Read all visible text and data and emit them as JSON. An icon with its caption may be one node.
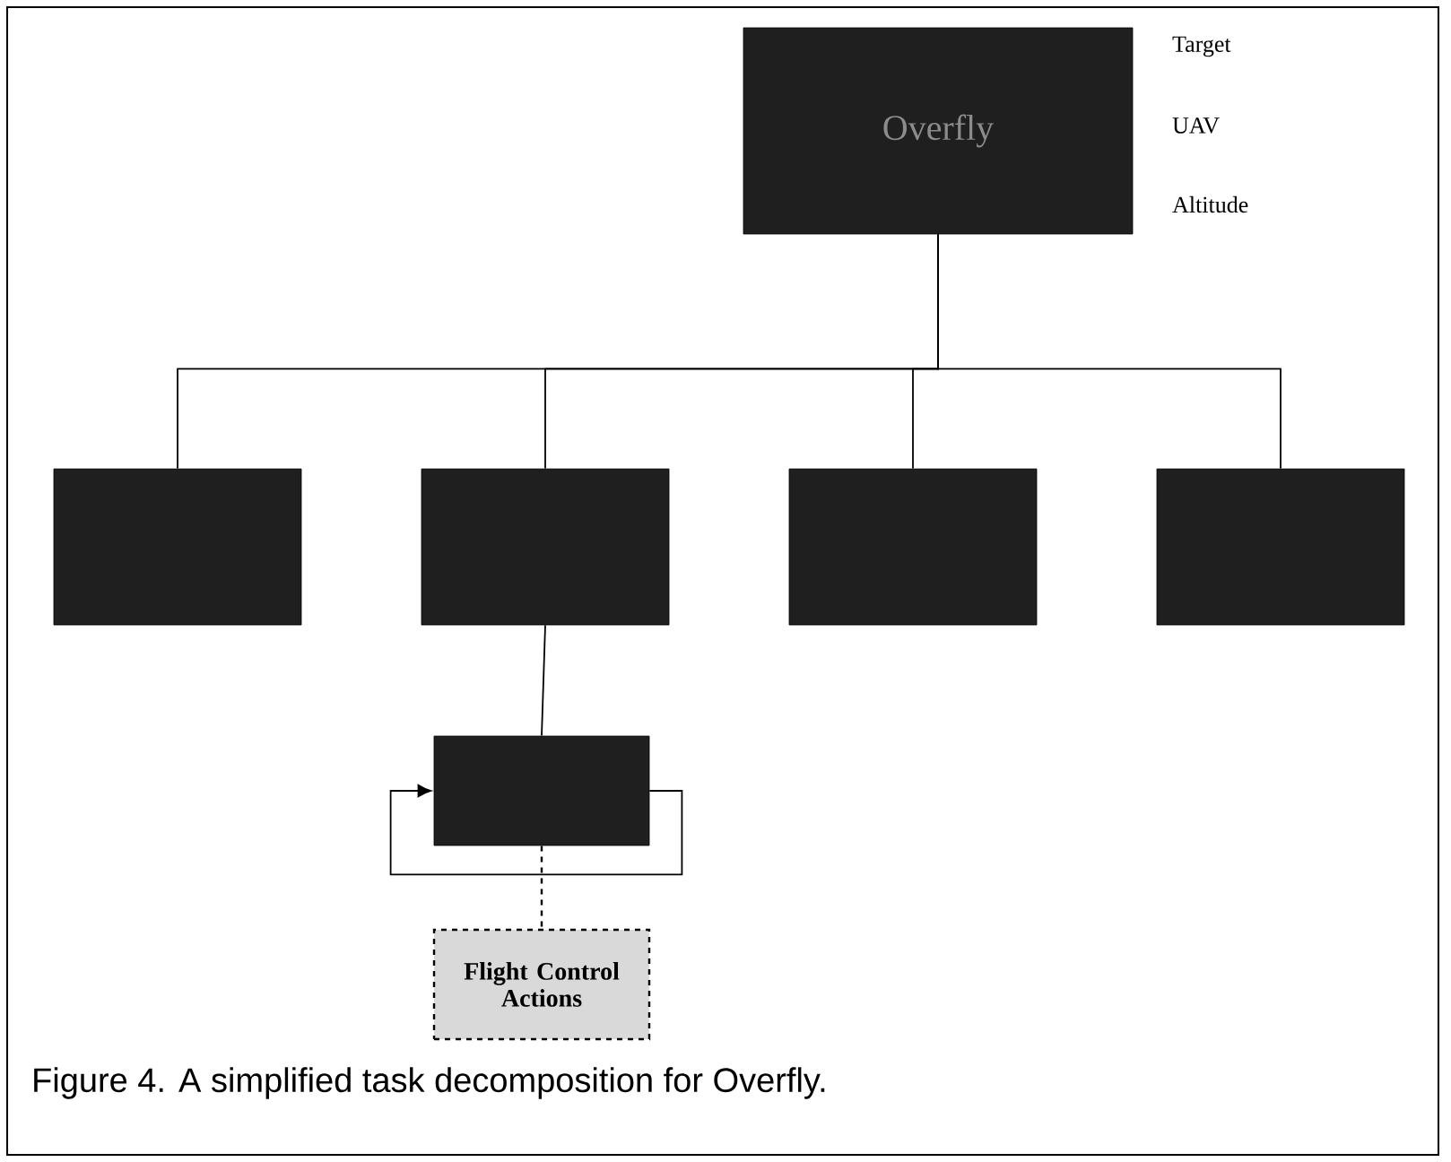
{
  "diagram": {
    "caption": "Figure 4.  A simplified task decomposition for Overfly.",
    "nodes": [
      {
        "text": [
          "Overfly"
        ]
      },
      {
        "text": [],
        "shape": "box"
      },
      {
        "text": [],
        "shape": "box"
      },
      {
        "text": [],
        "shape": "box"
      },
      {
        "text": [],
        "shape": "box"
      },
      {
        "text": [],
        "shape": "box"
      },
      {
        "text": [
          "Flight Control Actions"
        ]
      }
    ],
    "edges": [
      {
        "from": 0,
        "to": 1,
        "arrow": "none"
      },
      {
        "from": 0,
        "to": 2,
        "arrow": "none"
      },
      {
        "from": 0,
        "to": 3,
        "arrow": "none"
      },
      {
        "from": 0,
        "to": 4,
        "arrow": "none"
      },
      {
        "from": 2,
        "to": 5,
        "arrow": "none"
      },
      {
        "from": 5,
        "to": 5,
        "arrow": "to"
      },
      {
        "from": 5,
        "to": 6,
        "arrow": "none",
        "style": "dashed"
      }
    ],
    "labels": [
      "Target",
      "UAV",
      "Altitude"
    ]
  }
}
